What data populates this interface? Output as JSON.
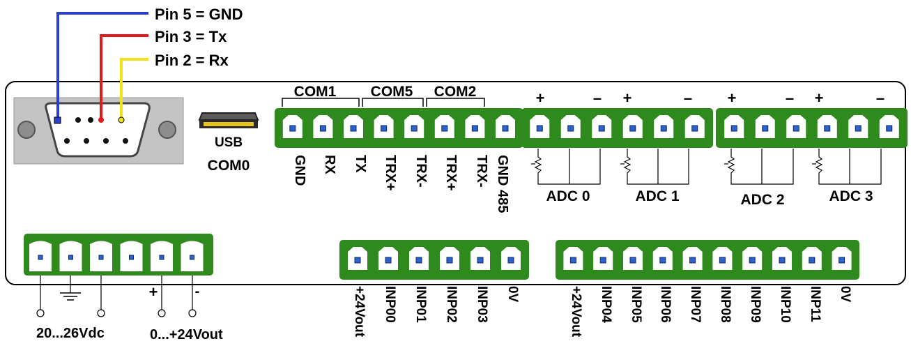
{
  "wiring": {
    "pins": [
      {
        "label": "Pin 5 = GND",
        "color": "#2b3fd0"
      },
      {
        "label": "Pin 3 = Tx",
        "color": "#e01b1b"
      },
      {
        "label": "Pin 2 = Rx",
        "color": "#f2e21a"
      }
    ]
  },
  "usb": {
    "line1": "USB",
    "line2": "COM0"
  },
  "com_groups": {
    "com1": "COM1",
    "com5": "COM5",
    "com2": "COM2"
  },
  "com_terminals": [
    "GND",
    "RX",
    "TX",
    "TRX+",
    "TRX-",
    "TRX+",
    "TRX-",
    "GND 485"
  ],
  "adc": {
    "plus": "+",
    "minus": "–",
    "channels": [
      "ADC 0",
      "ADC 1",
      "ADC 2",
      "ADC 3"
    ]
  },
  "power": {
    "supply_label": "20...26Vdc",
    "output_label": "0...+24Vout",
    "plus": "+",
    "minus": "-"
  },
  "inputs_block1": [
    "+24Vout",
    "INP00",
    "INP01",
    "INP02",
    "INP03",
    "0V"
  ],
  "inputs_block2": [
    "+24Vout",
    "INP04",
    "INP05",
    "INP06",
    "INP07",
    "INP08",
    "INP09",
    "INP10",
    "INP11",
    "0V"
  ],
  "colors": {
    "terminal_green": "#2f8a1e",
    "panel_border": "#000000",
    "db9_grey": "#b9b9b9"
  }
}
